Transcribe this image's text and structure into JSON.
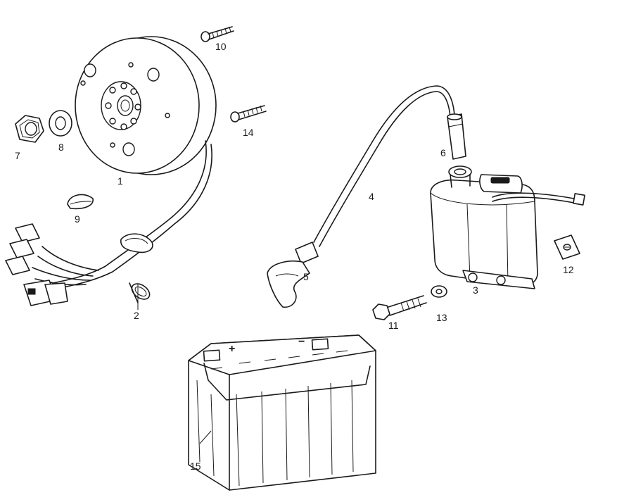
{
  "callouts": {
    "c1": "1",
    "c2": "2",
    "c3": "3",
    "c4": "4",
    "c5": "5",
    "c6": "6",
    "c7": "7",
    "c8": "8",
    "c9": "9",
    "c10": "10",
    "c11": "11",
    "c12": "12",
    "c13": "13",
    "c14": "14",
    "c15": "15"
  },
  "battery": {
    "positive_mark": "+",
    "negative_mark": "−"
  },
  "colors": {
    "ink": "#1a1a1a",
    "paper": "#ffffff"
  }
}
